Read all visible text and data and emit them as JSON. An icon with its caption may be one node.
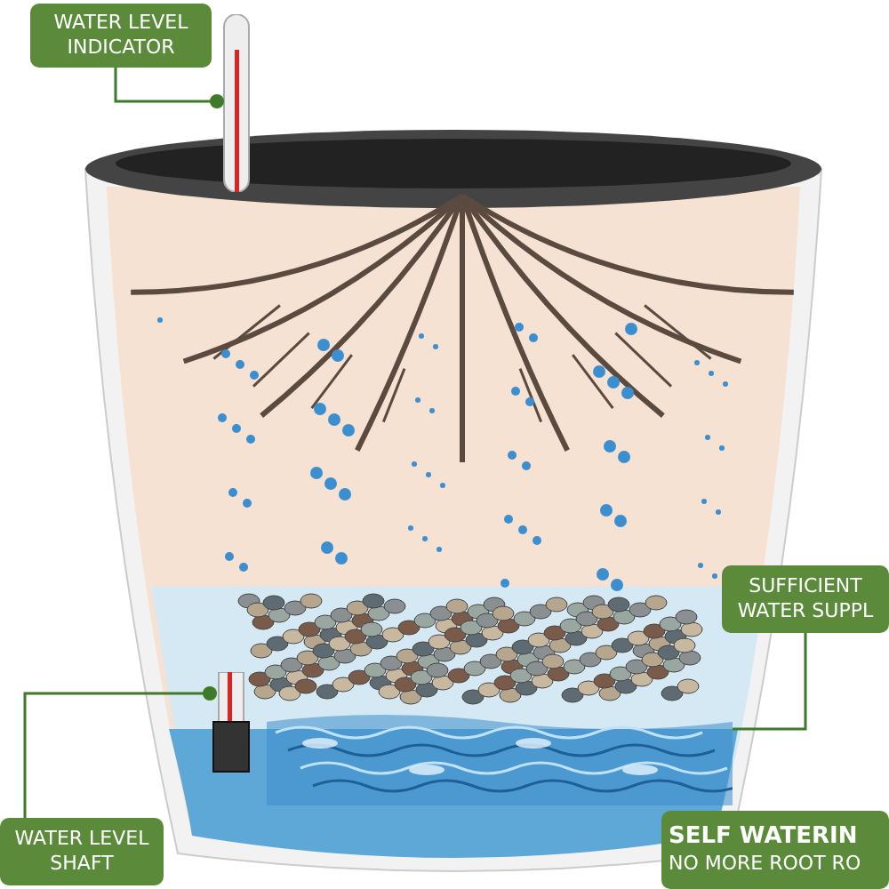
{
  "diagram": {
    "nodes": [
      {
        "text": [
          "WATER LEVEL INDICATOR"
        ]
      },
      {
        "text": [],
        "shape": "picture"
      },
      {
        "text": [
          "SUFFICIENT WATER SUPPL"
        ]
      },
      {
        "text": [],
        "shape": "picture"
      },
      {
        "text": [
          "WATER LEVEL SHAFT"
        ]
      },
      {
        "text": [],
        "shape": "box"
      },
      {
        "text": [
          "SELF WATERIN",
          "NO MORE ROOT RO"
        ]
      }
    ],
    "edges": [
      {
        "from": 0,
        "to": 1,
        "arrow": "other"
      },
      {
        "from": 2,
        "to": 3,
        "arrow": "none"
      },
      {
        "from": 4,
        "to": 5,
        "arrow": "other"
      }
    ]
  }
}
